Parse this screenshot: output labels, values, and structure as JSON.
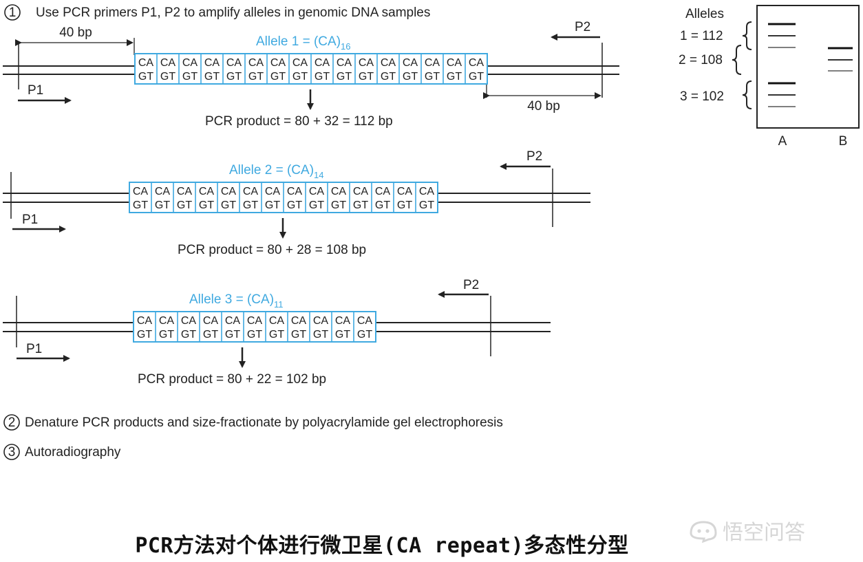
{
  "steps": [
    {
      "number": "1",
      "text": "Use PCR primers P1, P2 to amplify alleles in genomic DNA samples"
    },
    {
      "number": "2",
      "text": "Denature PCR products and size-fractionate by polyacrylamide gel electrophoresis"
    },
    {
      "number": "3",
      "text": "Autoradiography"
    }
  ],
  "flank_label": "40 bp",
  "primers": {
    "forward": "P1",
    "reverse": "P2"
  },
  "repeat_unit": {
    "top": "CA",
    "bottom": "GT"
  },
  "alleles": [
    {
      "label": "Allele 1 = (CA)",
      "sub": "16",
      "repeats": 16,
      "product": "PCR product = 80 + 32 = 112 bp"
    },
    {
      "label": "Allele 2 = (CA)",
      "sub": "14",
      "repeats": 14,
      "product": "PCR product = 80 + 28 = 108 bp"
    },
    {
      "label": "Allele 3 = (CA)",
      "sub": "11",
      "repeats": 11,
      "product": "PCR product = 80 + 22 = 102 bp"
    }
  ],
  "gel": {
    "title": "Alleles",
    "sizes": [
      "1 = 112",
      "2 = 108",
      "3 = 102"
    ],
    "lanes": [
      "A",
      "B"
    ]
  },
  "caption": "PCR方法对个体进行微卫星(CA repeat)多态性分型",
  "watermark": "悟空问答",
  "colors": {
    "repeat_blue": "#3fa9e0",
    "line": "#222222"
  }
}
